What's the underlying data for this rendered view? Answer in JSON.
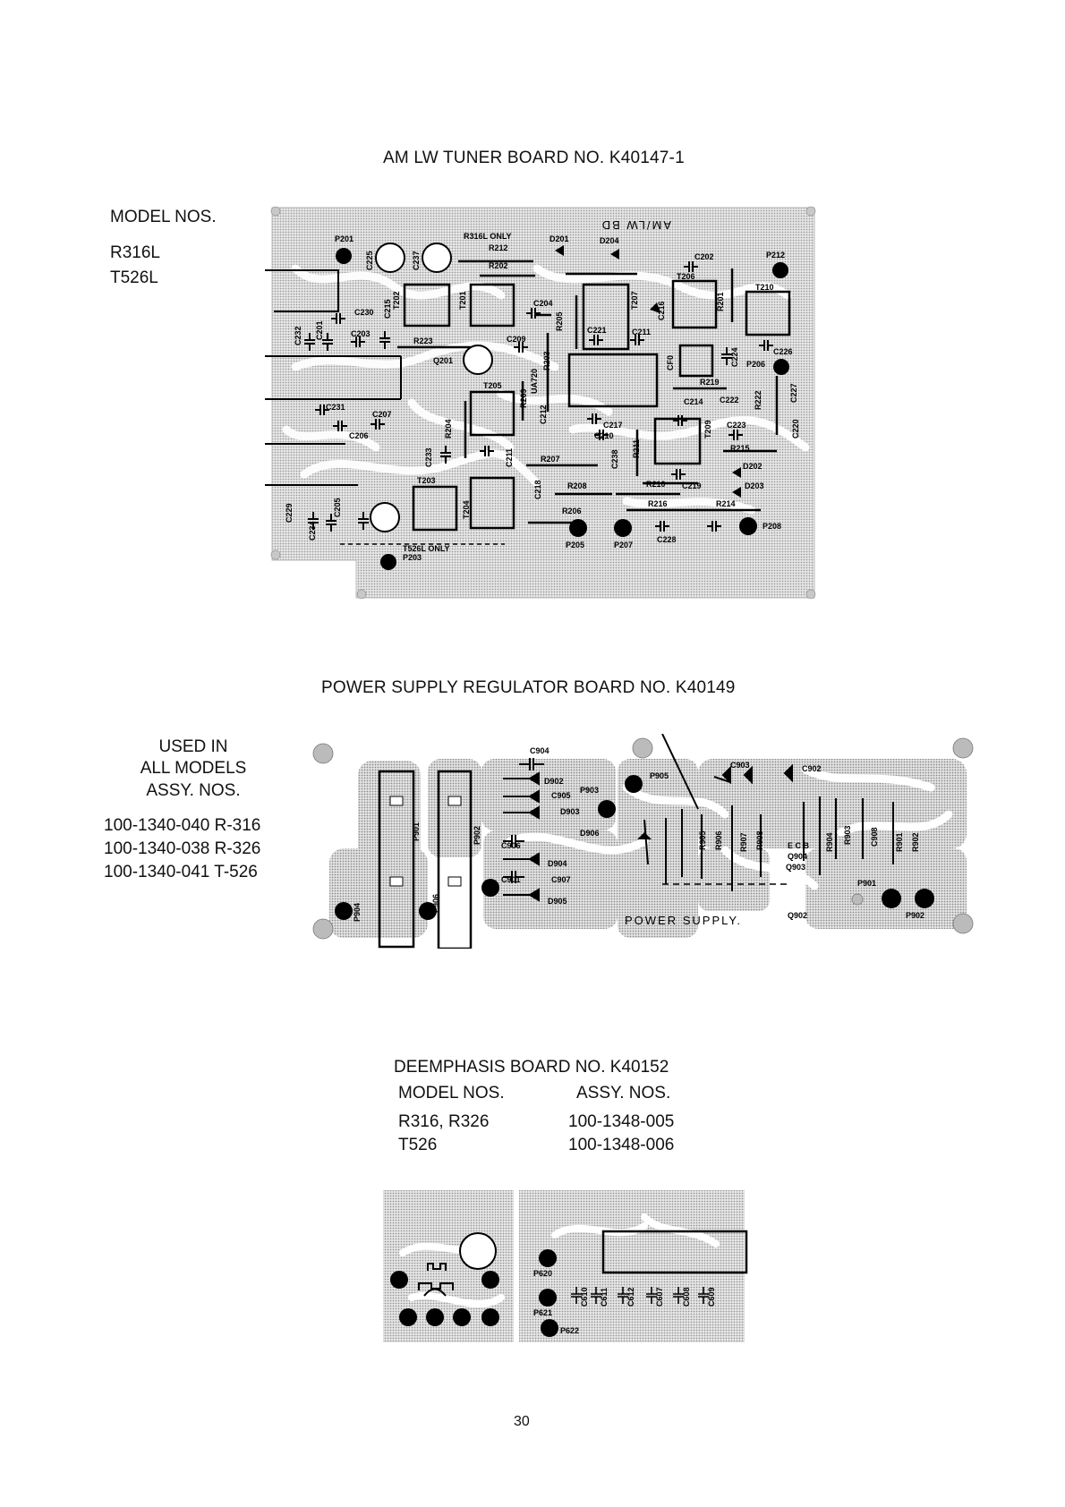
{
  "section1": {
    "title": "AM LW TUNER BOARD NO. K40147-1",
    "models_heading": "MODEL NOS.",
    "models": [
      "R316L",
      "T526L"
    ],
    "board_marking": "AM/LW BD",
    "labels": {
      "p201": "P201",
      "c225": "C225",
      "c237": "C237",
      "r316l_only": "R316L ONLY",
      "r212": "R212",
      "r202": "R202",
      "d201": "D201",
      "d204": "D204",
      "c202": "C202",
      "p212": "P212",
      "t202": "T202",
      "t201": "T201",
      "c204": "C204",
      "r205": "R205",
      "t207": "T207",
      "c216": "C216",
      "t206": "T206",
      "r201": "R201",
      "t210": "T210",
      "c230": "C230",
      "c215": "C215",
      "c232": "C232",
      "c201": "C201",
      "c203": "C203",
      "r223": "R223",
      "c209": "C209",
      "c221": "C221",
      "c211": "C211",
      "c226": "C226",
      "q201": "Q201",
      "r203": "R203",
      "ua720": "UA720",
      "cf0": "CF0",
      "c224": "C224",
      "p206": "P206",
      "t205": "T205",
      "r209": "R209",
      "r219": "R219",
      "c227": "C227",
      "c231": "C231",
      "c207": "C207",
      "c206": "C206",
      "r204": "R204",
      "c212": "C212",
      "c217": "C217",
      "c214": "C214",
      "c222": "C222",
      "c223": "C223",
      "r222": "R222",
      "c210": "C210",
      "t209": "T209",
      "c220": "C220",
      "c233": "C233",
      "c211b": "C211",
      "r207": "R207",
      "c238": "C238",
      "r211": "R211",
      "r215": "R215",
      "t203": "T203",
      "t204": "T204",
      "c218": "C218",
      "r208": "R208",
      "r210": "R210",
      "c219": "C219",
      "d202": "D202",
      "d203": "D203",
      "c229": "C229",
      "c234": "C234",
      "c205": "C205",
      "r206": "R206",
      "r216": "R216",
      "r214": "R214",
      "t526l_only": "T526L ONLY",
      "p203": "P203",
      "p205": "P205",
      "p207": "P207",
      "c228": "C228",
      "p208": "P208"
    }
  },
  "section2": {
    "title": "POWER SUPPLY REGULATOR BOARD NO. K40149",
    "used_in": [
      "USED IN",
      "ALL MODELS",
      "ASSY. NOS."
    ],
    "assy": [
      "100-1340-040 R-316",
      "100-1340-038 R-326",
      "100-1340-041 T-526"
    ],
    "board_marking": "POWER SUPPLY.",
    "labels": {
      "c904": "C904",
      "d902": "D902",
      "c905": "C905",
      "d903": "D903",
      "p903": "P903",
      "p905": "P905",
      "c903": "C903",
      "c902": "C902",
      "c906": "C906",
      "d904": "D904",
      "d905": "D905",
      "d906": "D906",
      "c901": "C901",
      "c907": "C907",
      "p901a": "P901",
      "p902a": "P902",
      "p904": "P904",
      "p906": "P906",
      "r901": "R901",
      "r903": "R903",
      "r905": "R905",
      "r906": "R906",
      "r907": "R907",
      "r904": "R904",
      "r908": "R908",
      "q904": "Q904",
      "q903": "Q903",
      "q902": "Q902",
      "c908": "C908",
      "r902": "R902",
      "ecb": "E C B",
      "p901": "P901",
      "p902": "P902"
    }
  },
  "section3": {
    "title": "DEEMPHASIS BOARD NO. K40152",
    "col1_heading": "MODEL NOS.",
    "col2_heading": "ASSY. NOS.",
    "rows": [
      {
        "model": "R316, R326",
        "assy": "100-1348-005"
      },
      {
        "model": "T526",
        "assy": "100-1348-006"
      }
    ],
    "labels": {
      "p620": "P620",
      "p621": "P621",
      "p622": "P622",
      "c610": "C610",
      "c611": "C611",
      "c612": "C612",
      "c607": "C607",
      "c608": "C608",
      "c609": "C609"
    }
  },
  "page_number": "30"
}
